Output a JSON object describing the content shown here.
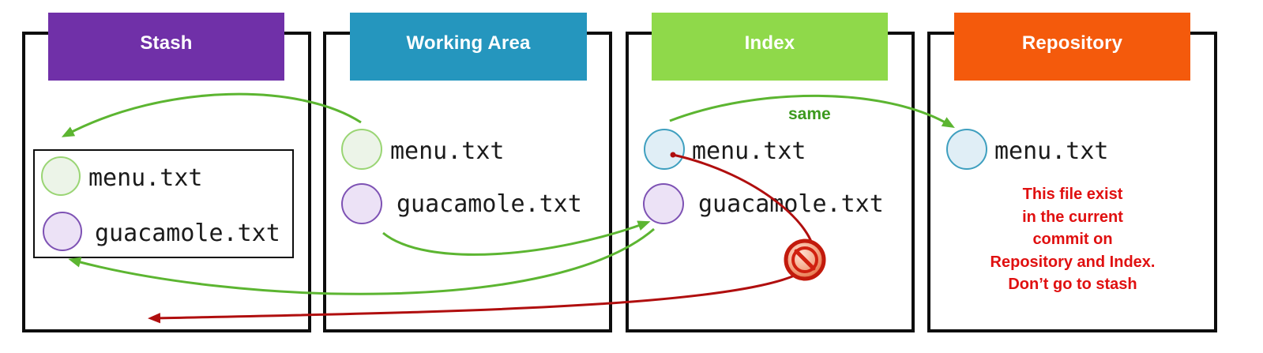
{
  "panels": [
    {
      "id": "stash",
      "title": "Stash",
      "color": "#7030a8"
    },
    {
      "id": "working-area",
      "title": "Working Area",
      "color": "#2596be"
    },
    {
      "id": "index",
      "title": "Index",
      "color": "#8fd94a"
    },
    {
      "id": "repository",
      "title": "Repository",
      "color": "#f45a0c"
    }
  ],
  "stash": {
    "files": [
      "menu.txt",
      "guacamole.txt"
    ]
  },
  "working_area": {
    "files": [
      "menu.txt",
      "guacamole.txt"
    ]
  },
  "index": {
    "files": [
      "menu.txt",
      "guacamole.txt"
    ]
  },
  "repository": {
    "files": [
      "menu.txt"
    ]
  },
  "labels": {
    "same": "same",
    "note_lines": [
      "This file exist",
      "in the current",
      "commit on",
      "Repository and Index.",
      "Don’t go to stash"
    ]
  },
  "colors": {
    "arrow_green": "#5cb531",
    "arrow_red": "#b00e0e",
    "note_red": "#e01010",
    "circle_green": "#9ad574",
    "circle_purple": "#7e52b4",
    "circle_blue": "#3e9fbf"
  },
  "icons": {
    "blocked": "prohibited-icon"
  }
}
